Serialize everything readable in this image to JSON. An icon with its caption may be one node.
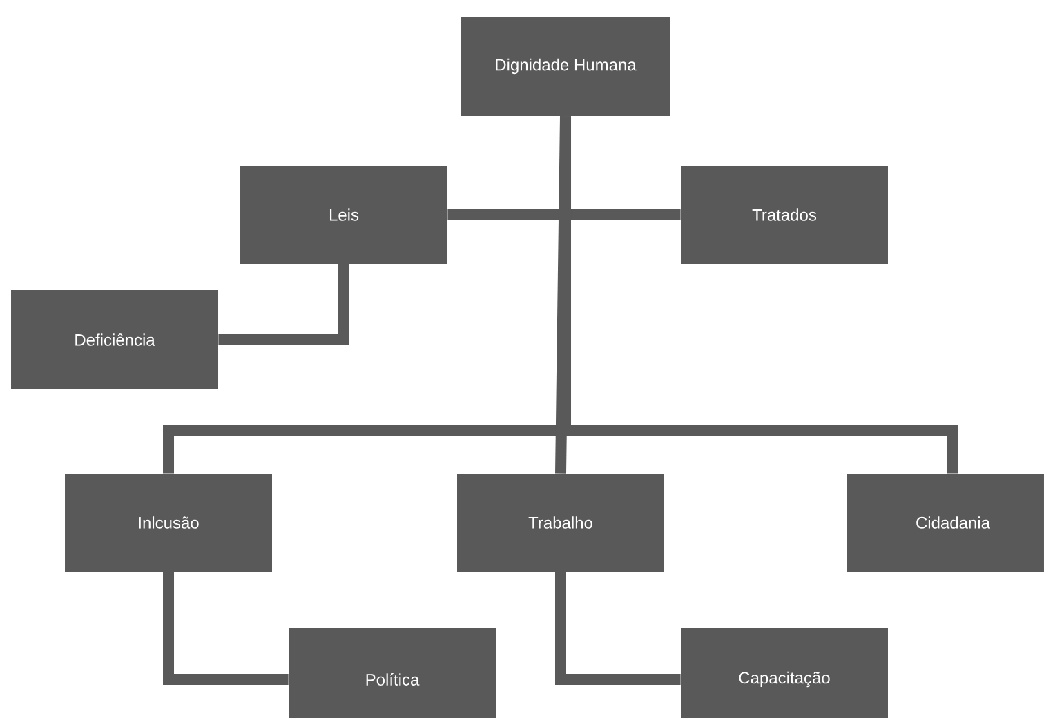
{
  "diagram": {
    "nodes": [
      {
        "text": [
          "Dignidade Humana"
        ]
      },
      {
        "text": [
          "Leis"
        ]
      },
      {
        "text": [
          "Tratados"
        ]
      },
      {
        "text": [
          "Deficiência"
        ]
      },
      {
        "text": [
          "Inlcusão"
        ]
      },
      {
        "text": [
          "Trabalho"
        ]
      },
      {
        "text": [
          "Cidadania"
        ]
      },
      {
        "text": [
          "Política"
        ]
      },
      {
        "text": [
          "Capacitação"
        ]
      }
    ],
    "edges": [
      {
        "from": 0,
        "to": 1,
        "arrow": "none"
      },
      {
        "from": 0,
        "to": 2,
        "arrow": "none"
      },
      {
        "from": 1,
        "to": 3,
        "arrow": "none"
      },
      {
        "from": 0,
        "to": 4,
        "arrow": "none"
      },
      {
        "from": 0,
        "to": 5,
        "arrow": "none"
      },
      {
        "from": 0,
        "to": 6,
        "arrow": "none"
      },
      {
        "from": 4,
        "to": 7,
        "arrow": "none"
      },
      {
        "from": 5,
        "to": 8,
        "arrow": "none"
      }
    ]
  }
}
